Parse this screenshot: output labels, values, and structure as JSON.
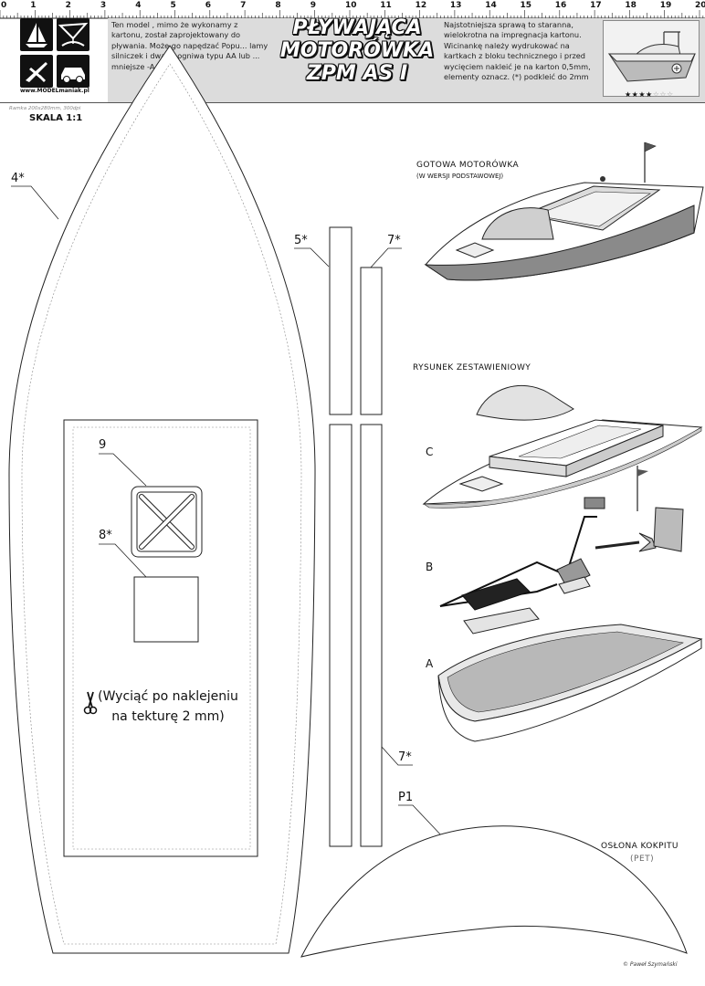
{
  "header": {
    "ruler_numbers": [
      "0",
      "1",
      "2",
      "3",
      "4",
      "5",
      "6",
      "7",
      "8",
      "9",
      "10",
      "11",
      "12",
      "13",
      "14",
      "15",
      "16",
      "17",
      "18",
      "19",
      "20"
    ],
    "site_url": "www.MODELmaniak.pl",
    "text_left": "Ten model , mimo że wykonamy z kartonu, został zaprojektowany do pływania. Może go napędzać Popu... lamy silniczek i dwa ... ogniwa typu AA lub ... mniejsze -AAA.",
    "title_lines": [
      "PŁYWAJĄCA",
      "MOTORÓWKA",
      "ZPM AS I"
    ],
    "text_right": "Najstotniejsza sprawą to staranna, wielokrotna na impregnacja kartonu. Wicinankę należy wydrukować na kartkach z bloku technicznego i przed wycięciem nakleić je na karton 0,5mm, elementy oznacz. (*) podkleić do 2mm",
    "rating_on": "★★★★",
    "rating_off": "☆☆☆",
    "scale_small": "Ramka 200x280mm, 300dpi",
    "scale": "SKALA 1:1"
  },
  "icons": [
    "sailboat-icon",
    "hang-glider-icon",
    "airplane-icon",
    "car-icon"
  ],
  "parts": {
    "p4": "4*",
    "p5": "5*",
    "p7a": "7*",
    "p7b": "7*",
    "p8": "8*",
    "p9": "9",
    "p1": "P1"
  },
  "note_lines": [
    "(Wyciąć po naklejeniu",
    "na tekturę 2 mm)"
  ],
  "finished": {
    "title": "GOTOWA MOTORÓWKA",
    "subtitle": "(W WERSJI PODSTAWOWEJ)"
  },
  "assembly": {
    "title": "RYSUNEK ZESTAWIENIOWY",
    "steps": [
      "C",
      "B",
      "A"
    ]
  },
  "cockpit_cover": {
    "title": "OSŁONA KOKPITU",
    "material": "(PET)"
  },
  "signature": "© Paweł Szymański"
}
